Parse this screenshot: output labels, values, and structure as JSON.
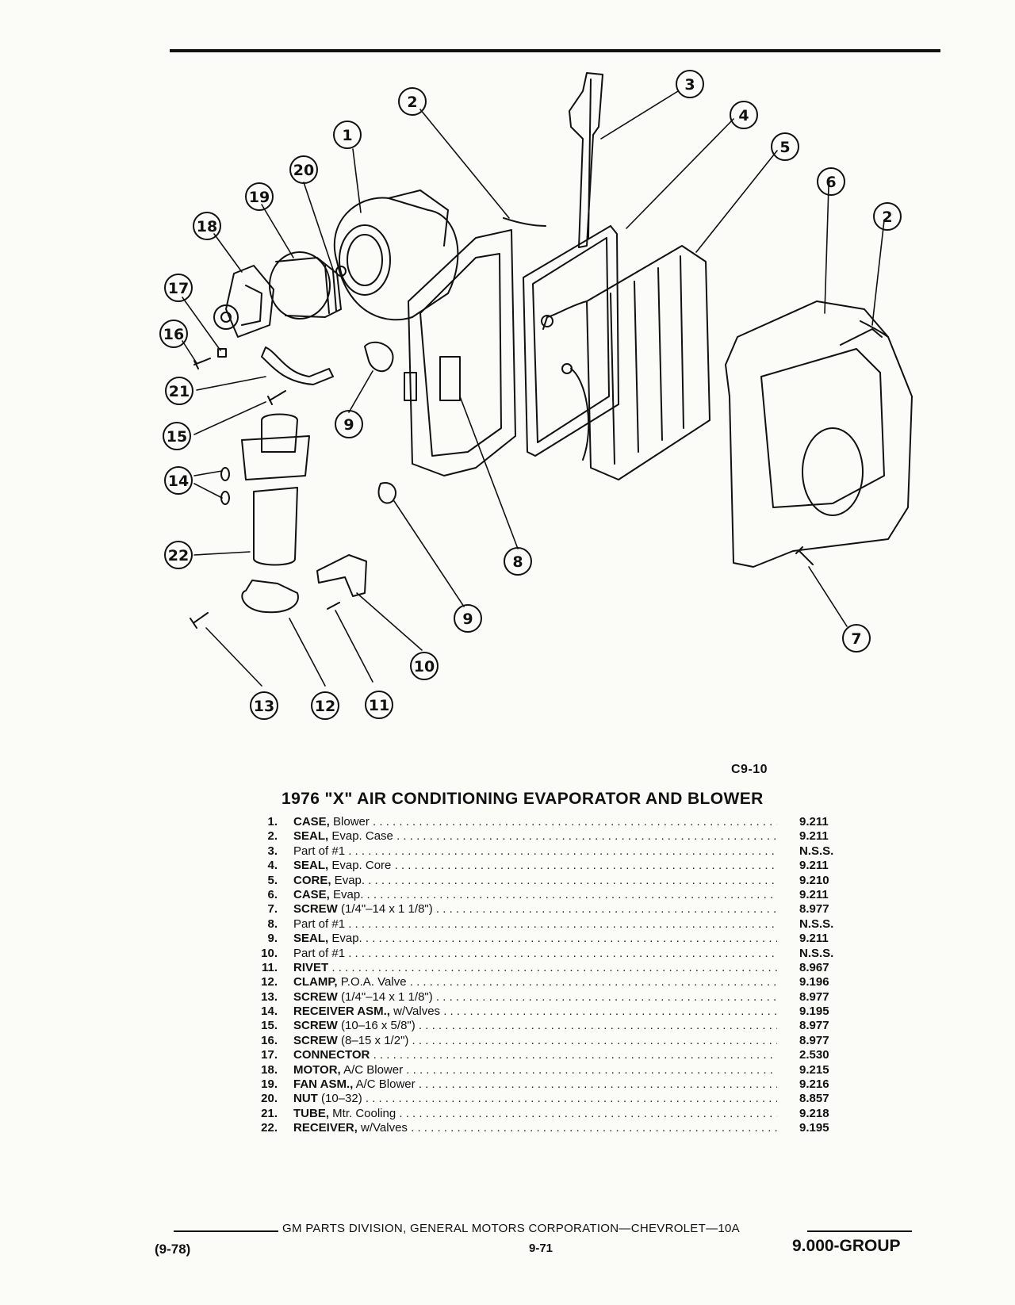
{
  "figure": {
    "code": "C9-10",
    "callouts": [
      "1",
      "2",
      "3",
      "4",
      "5",
      "6",
      "2",
      "20",
      "19",
      "18",
      "17",
      "16",
      "21",
      "15",
      "14",
      "22",
      "9",
      "9",
      "8",
      "10",
      "11",
      "12",
      "13",
      "7"
    ]
  },
  "title": "1976 \"X\" AIR CONDITIONING EVAPORATOR AND BLOWER",
  "parts": [
    {
      "num": "1.",
      "name": "CASE,",
      "desc": " Blower",
      "group": "9.211"
    },
    {
      "num": "2.",
      "name": "SEAL,",
      "desc": " Evap. Case",
      "group": "9.211"
    },
    {
      "num": "3.",
      "name": "",
      "desc": "Part of #1",
      "group": "N.S.S."
    },
    {
      "num": "4.",
      "name": "SEAL,",
      "desc": " Evap. Core",
      "group": "9.211"
    },
    {
      "num": "5.",
      "name": "CORE,",
      "desc": " Evap.",
      "group": "9.210"
    },
    {
      "num": "6.",
      "name": "CASE,",
      "desc": " Evap.",
      "group": "9.211"
    },
    {
      "num": "7.",
      "name": "SCREW",
      "desc": " (1/4\"–14 x 1 1/8\")",
      "group": "8.977"
    },
    {
      "num": "8.",
      "name": "",
      "desc": "Part of #1",
      "group": "N.S.S."
    },
    {
      "num": "9.",
      "name": "SEAL,",
      "desc": " Evap.",
      "group": "9.211"
    },
    {
      "num": "10.",
      "name": "",
      "desc": "Part of #1",
      "group": "N.S.S."
    },
    {
      "num": "11.",
      "name": "RIVET",
      "desc": "",
      "group": "8.967"
    },
    {
      "num": "12.",
      "name": "CLAMP,",
      "desc": " P.O.A. Valve",
      "group": "9.196"
    },
    {
      "num": "13.",
      "name": "SCREW",
      "desc": " (1/4\"–14 x 1 1/8\")",
      "group": "8.977"
    },
    {
      "num": "14.",
      "name": "RECEIVER ASM.,",
      "desc": " w/Valves",
      "group": "9.195"
    },
    {
      "num": "15.",
      "name": "SCREW",
      "desc": " (10–16 x 5/8\")",
      "group": "8.977"
    },
    {
      "num": "16.",
      "name": "SCREW",
      "desc": " (8–15 x 1/2\")",
      "group": "8.977"
    },
    {
      "num": "17.",
      "name": "CONNECTOR",
      "desc": "",
      "group": "2.530"
    },
    {
      "num": "18.",
      "name": "MOTOR,",
      "desc": " A/C Blower",
      "group": "9.215"
    },
    {
      "num": "19.",
      "name": "FAN ASM.,",
      "desc": " A/C Blower",
      "group": "9.216"
    },
    {
      "num": "20.",
      "name": "NUT",
      "desc": " (10–32)",
      "group": "8.857"
    },
    {
      "num": "21.",
      "name": "TUBE,",
      "desc": " Mtr. Cooling",
      "group": "9.218"
    },
    {
      "num": "22.",
      "name": "RECEIVER,",
      "desc": " w/Valves",
      "group": "9.195"
    }
  ],
  "footer": {
    "publisher": "GM PARTS DIVISION, GENERAL MOTORS CORPORATION—CHEVROLET—10A",
    "date": "(9-78)",
    "page": "9-71",
    "group": "9.000-GROUP"
  }
}
